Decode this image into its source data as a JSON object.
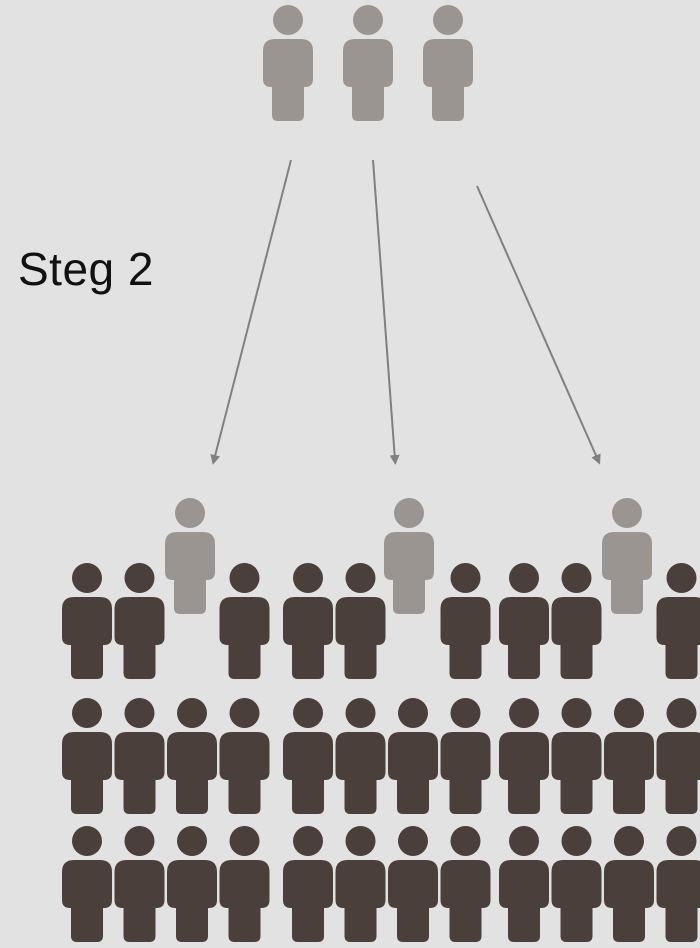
{
  "step_label": "Steg 2",
  "colors": {
    "background": "#e2e2e2",
    "recruiter_person": "#9b9592",
    "crowd_person": "#4a3f3a",
    "arrow": "#808080"
  },
  "icons": {
    "person": "person-icon",
    "arrow": "arrow-down-icon"
  },
  "diagram": {
    "source_group": {
      "count": 3,
      "role": "recruiter"
    },
    "arrow_count": 3,
    "recruited_count": 3,
    "crowd": {
      "rows": 3,
      "blocks": 3
    }
  }
}
